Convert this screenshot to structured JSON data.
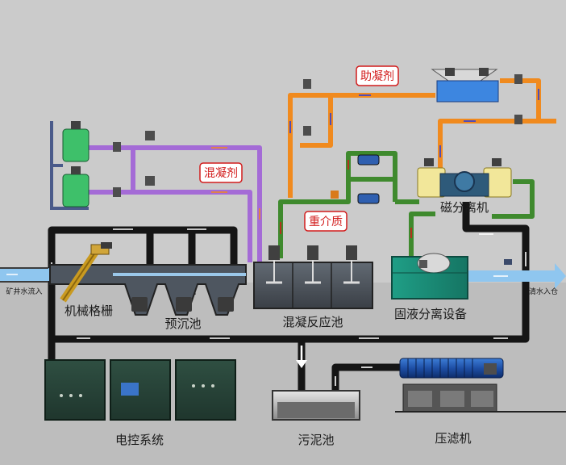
{
  "labels": {
    "coagulant_aid": "助凝剂",
    "coagulant": "混凝剂",
    "heavy_medium": "重介质",
    "magnetic_separator": "磁分离机",
    "mechanical_screen": "机械格栅",
    "pre_settling_tank": "预沉池",
    "coagulation_reaction_tank": "混凝反应池",
    "solid_liquid_separation": "固液分离设备",
    "mine_water_inflow": "矿井水流入",
    "clear_water_outflow": "清水入仓",
    "electric_control_system": "电控系统",
    "sludge_tank": "污泥池",
    "filter_press": "压滤机"
  },
  "colors": {
    "background": "#cbcbcb",
    "pipe_black": "#151515",
    "pipe_orange": "#f08a1e",
    "pipe_purple": "#a46bd6",
    "pipe_green": "#3f8a2e",
    "pipe_red": "#b3202a",
    "water_blue": "#8fc6ef",
    "label_red": "#d21c1c"
  }
}
